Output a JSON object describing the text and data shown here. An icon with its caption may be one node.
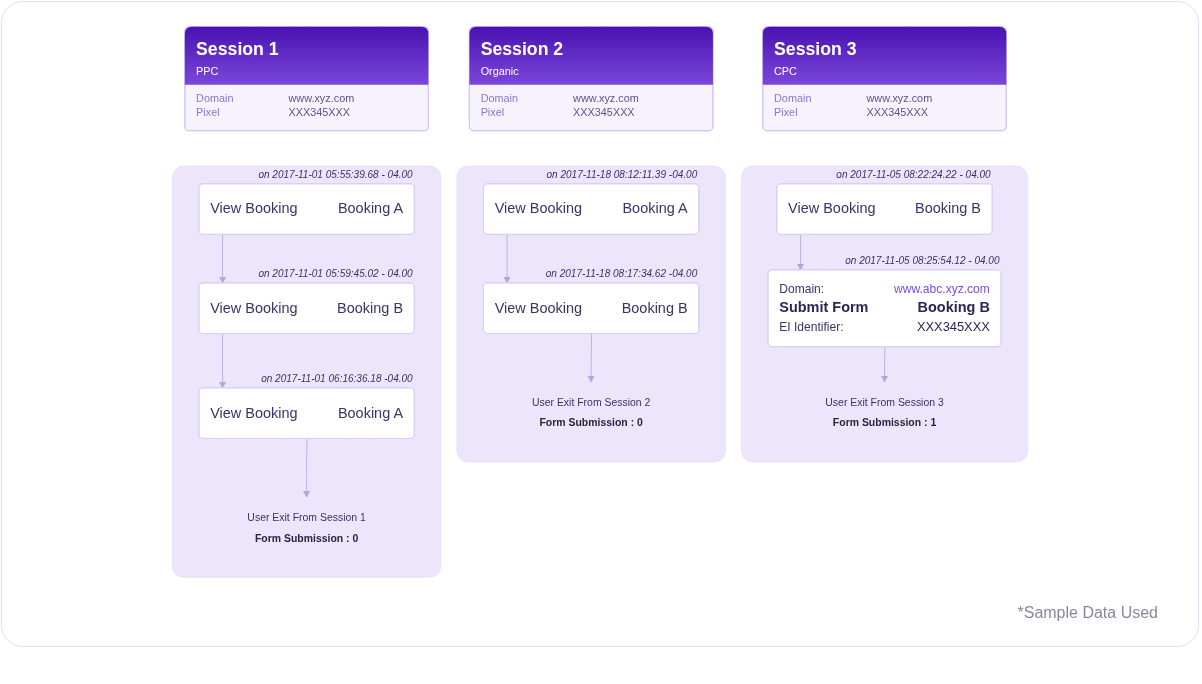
{
  "diagram": {
    "nodes": [
      {
        "text": [
          "Session 1",
          "PPC",
          "Domain",
          "www.xyz.com",
          "Pixel",
          "XXX345XXX"
        ]
      },
      {
        "text": [],
        "shape": "box"
      },
      {
        "text": [
          "View Booking",
          "Booking A"
        ],
        "in": 1,
        "beside": [
          "on 2017-11-01 05:55:39.68 - 04.00"
        ]
      },
      {
        "text": [
          "View Booking",
          "Booking B"
        ],
        "in": 1,
        "beside": [
          "on 2017-11-01 05:59:45.02 - 04.00"
        ]
      },
      {
        "text": [
          "View Booking",
          "Booking A"
        ],
        "in": 1,
        "beside": [
          "on 2017-11-01 06:16:36.18 -04.00"
        ]
      },
      {
        "text": [
          "User Exit From Session 1",
          "Form Submission : 0"
        ],
        "in": 1
      },
      {
        "text": [
          "Session 2",
          "Organic",
          "Domain",
          "www.xyz.com",
          "Pixel",
          "XXX345XXX"
        ]
      },
      {
        "text": [],
        "shape": "box"
      },
      {
        "text": [
          "View Booking",
          "Booking A"
        ],
        "in": 7,
        "beside": [
          "on 2017-11-18 08:12:11.39 -04.00"
        ]
      },
      {
        "text": [
          "View Booking",
          "Booking B"
        ],
        "in": 7,
        "beside": [
          "on 2017-11-18 08:17:34.62 -04.00"
        ]
      },
      {
        "text": [
          "User Exit From Session 2",
          "Form Submission : 0"
        ],
        "in": 7
      },
      {
        "text": [
          "Session 3",
          "CPC",
          "Domain",
          "www.xyz.com",
          "Pixel",
          "XXX345XXX"
        ]
      },
      {
        "text": [],
        "shape": "box"
      },
      {
        "text": [
          "View Booking",
          "Booking B"
        ],
        "in": 12,
        "beside": [
          "on 2017-11-05 08:22:24.22 - 04.00"
        ]
      },
      {
        "text": [
          "Domain:",
          "www.abc.xyz.com",
          "Submit Form",
          "Booking B",
          "EI Identifier:",
          "XXX345XXX"
        ],
        "in": 12,
        "beside": [
          "on 2017-11-05 08:25:54.12 - 04.00"
        ]
      },
      {
        "text": [
          "User Exit From Session 3",
          "Form Submission : 1"
        ],
        "in": 12
      }
    ],
    "edges": [
      {
        "from": 2,
        "to": 3,
        "arrow": "to"
      },
      {
        "from": 3,
        "to": 4,
        "arrow": "to"
      },
      {
        "from": 4,
        "to": 5,
        "arrow": "to"
      },
      {
        "from": 8,
        "to": 9,
        "arrow": "to"
      },
      {
        "from": 9,
        "to": 10,
        "arrow": "to"
      },
      {
        "from": 13,
        "to": 14,
        "arrow": "to"
      },
      {
        "from": 14,
        "to": 15,
        "arrow": "to"
      }
    ],
    "labels": [
      "*Sample Data Used"
    ]
  }
}
